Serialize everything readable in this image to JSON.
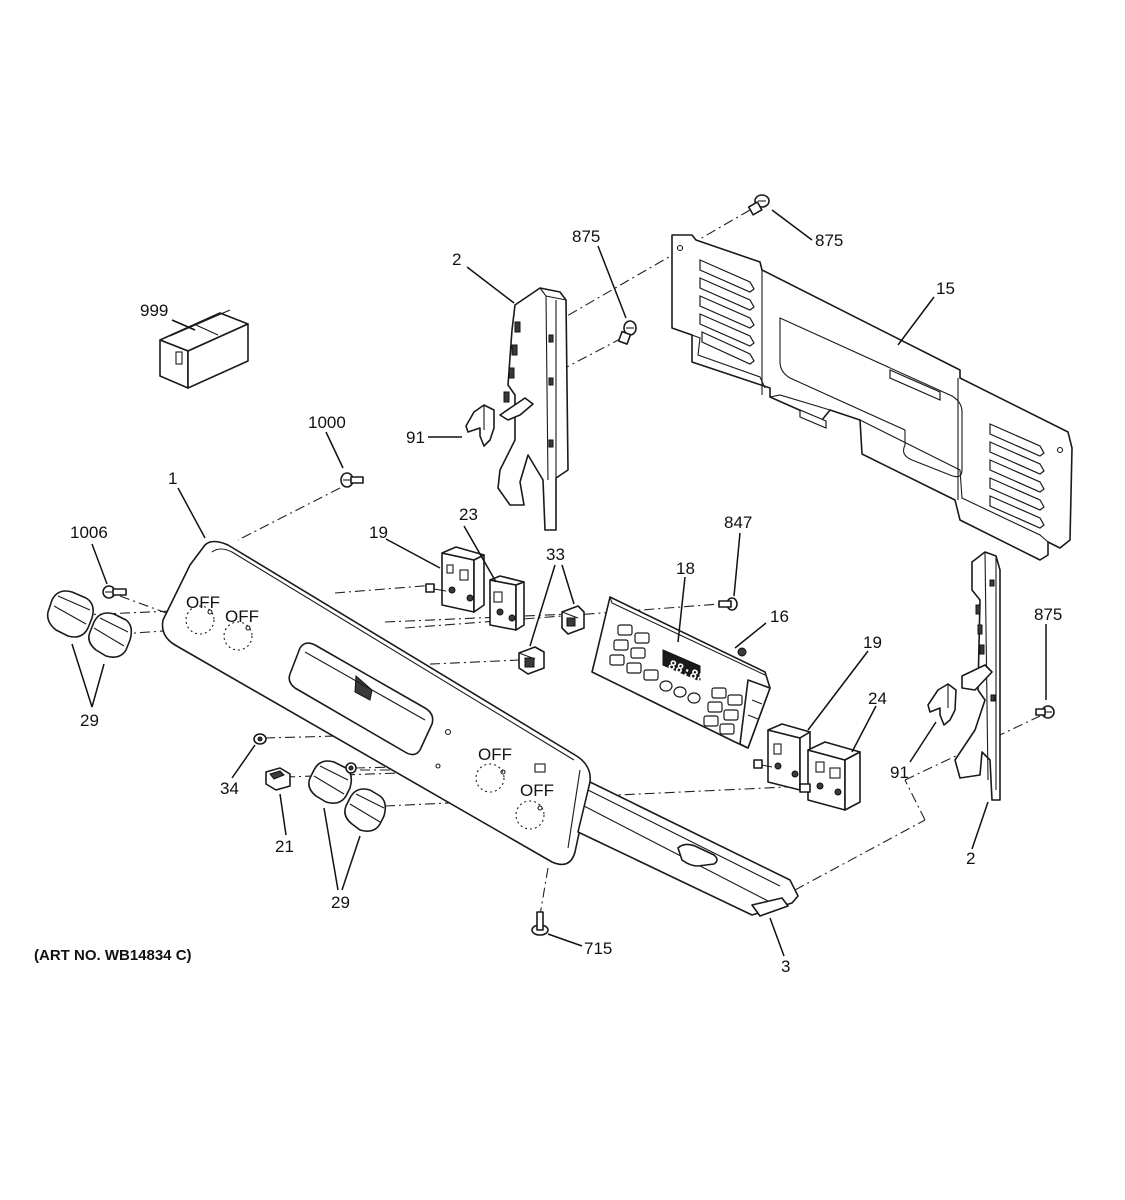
{
  "art_number": "(ART NO. WB14834 C)",
  "display_digits": "88:88",
  "callouts": {
    "c999": "999",
    "c1000": "1000",
    "c1006": "1006",
    "c1": "1",
    "c2_top": "2",
    "c2_right": "2",
    "c875_top": "875",
    "c875_panel": "875",
    "c875_right": "875",
    "c15": "15",
    "c91_left": "91",
    "c91_right": "91",
    "c19_left": "19",
    "c19_right": "19",
    "c23": "23",
    "c33": "33",
    "c18": "18",
    "c847": "847",
    "c16": "16",
    "c24": "24",
    "c29_left": "29",
    "c29_lower": "29",
    "c34": "34",
    "c21": "21",
    "c715": "715",
    "c3": "3"
  },
  "colors": {
    "line": "#1a1a1a",
    "background": "#ffffff"
  }
}
